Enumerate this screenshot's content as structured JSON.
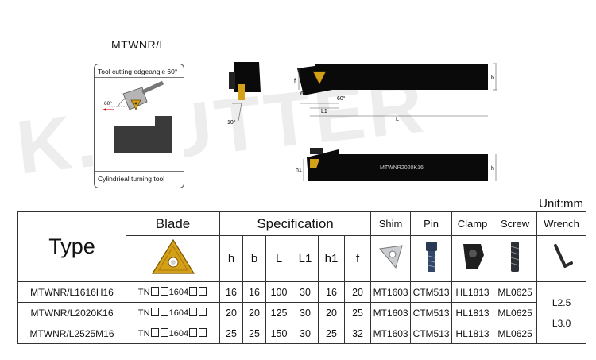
{
  "watermark": "K.CUTTER",
  "model_title": "MTWNR/L",
  "schema": {
    "top_caption": "Tool cutting edgeangle 60°",
    "bottom_caption": "Cylindrieal turning tool",
    "angle_label": "60°"
  },
  "drawing": {
    "dim_b": "b",
    "dim_f": "f",
    "dim_L1": "L1",
    "dim_L": "L",
    "dim_h": "h",
    "dim_h1": "h1",
    "angle_left": "60°",
    "angle_right": "60°",
    "angle_small": "10°",
    "shank_marking": "MTWNR2020K16"
  },
  "unit": "Unit:mm",
  "table": {
    "headers": {
      "type": "Type",
      "blade": "Blade",
      "specification": "Specification",
      "shim": "Shim",
      "pin": "Pin",
      "clamp": "Clamp",
      "screw": "Screw",
      "wrench": "Wrench"
    },
    "spec_columns": [
      "h",
      "b",
      "L",
      "L1",
      "h1",
      "f"
    ],
    "rows": [
      {
        "type": "MTWNR/L1616H16",
        "blade_prefix": "TN",
        "blade_mid": "1604",
        "spec": [
          "16",
          "16",
          "100",
          "30",
          "16",
          "20"
        ],
        "shim": "MT1603",
        "pin": "CTM513",
        "clamp": "HL1813",
        "screw": "ML0625"
      },
      {
        "type": "MTWNR/L2020K16",
        "blade_prefix": "TN",
        "blade_mid": "1604",
        "spec": [
          "20",
          "20",
          "125",
          "30",
          "20",
          "25"
        ],
        "shim": "MT1603",
        "pin": "CTM513",
        "clamp": "HL1813",
        "screw": "ML0625"
      },
      {
        "type": "MTWNR/L2525M16",
        "blade_prefix": "TN",
        "blade_mid": "1604",
        "spec": [
          "25",
          "25",
          "150",
          "30",
          "25",
          "32"
        ],
        "shim": "MT1603",
        "pin": "CTM513",
        "clamp": "HL1813",
        "screw": "ML0625"
      }
    ],
    "wrench": [
      "L2.5",
      "L3.0"
    ]
  },
  "colors": {
    "insert_gold": "#d4a017",
    "insert_dark": "#b07a0c",
    "shank": "#0a0a0a",
    "workpiece": "#3a3a3a",
    "shim_gray": "#c9ccd0",
    "pin_blue": "#2a3a55"
  }
}
